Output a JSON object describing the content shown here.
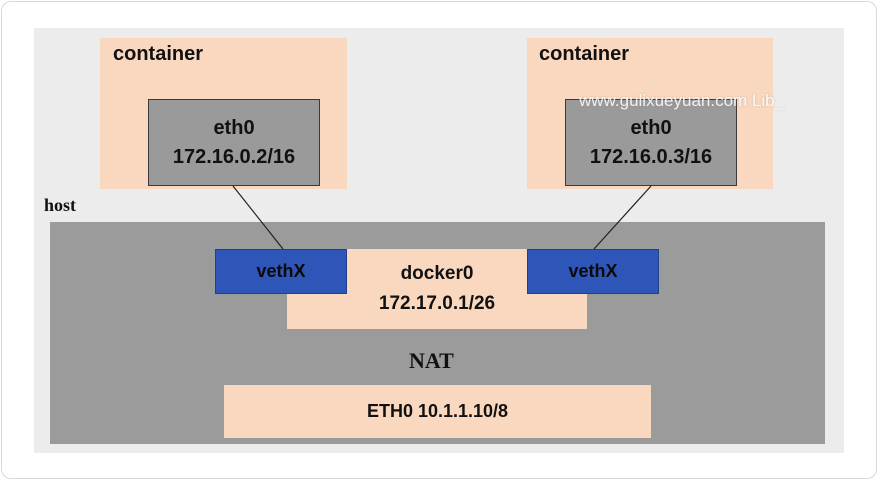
{
  "diagram": {
    "container_left": {
      "title": "container",
      "iface_name": "eth0",
      "iface_ip": "172.16.0.2/16"
    },
    "container_right": {
      "title": "container",
      "iface_name": "eth0",
      "iface_ip": "172.16.0.3/16"
    },
    "host_label": "host",
    "veth_left": "vethX",
    "veth_right": "vethX",
    "bridge": {
      "name": "docker0",
      "ip": "172.17.0.1/26"
    },
    "nat_label": "NAT",
    "host_iface": "ETH0 10.1.1.10/8",
    "watermark": "www.gulixueyuan.com Lib_",
    "colors": {
      "container_fill": "#fad8bf",
      "eth_fill": "#9a9a9a",
      "host_fill": "#9b9b9b",
      "veth_fill": "#2e55b8",
      "background": "#ececec"
    }
  }
}
